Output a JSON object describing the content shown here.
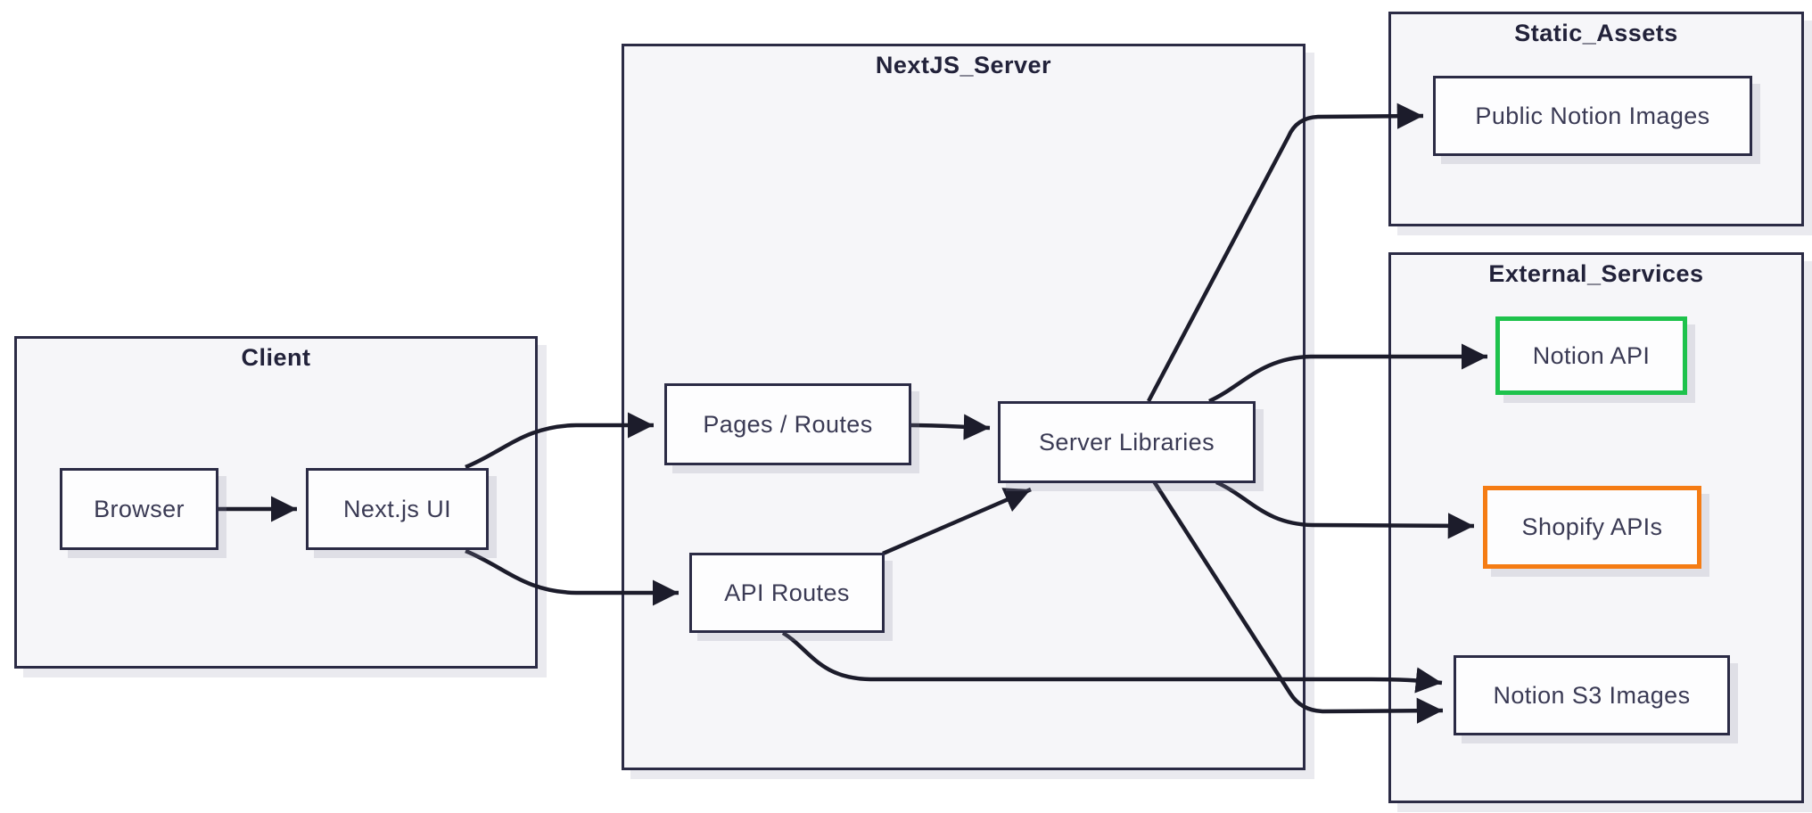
{
  "subgraphs": {
    "client": {
      "title": "Client"
    },
    "nextjs_server": {
      "title": "NextJS_Server"
    },
    "static_assets": {
      "title": "Static_Assets"
    },
    "external_services": {
      "title": "External_Services"
    }
  },
  "nodes": {
    "browser": {
      "label": "Browser"
    },
    "nextjs_ui": {
      "label": "Next.js UI"
    },
    "pages_routes": {
      "label": "Pages / Routes"
    },
    "api_routes": {
      "label": "API Routes"
    },
    "server_libraries": {
      "label": "Server Libraries"
    },
    "public_notion_images": {
      "label": "Public Notion Images"
    },
    "notion_api": {
      "label": "Notion API"
    },
    "shopify_apis": {
      "label": "Shopify APIs"
    },
    "notion_s3_images": {
      "label": "Notion S3 Images"
    }
  },
  "edges": [
    {
      "from": "Browser",
      "to": "Next.js UI"
    },
    {
      "from": "Next.js UI",
      "to": "Pages / Routes"
    },
    {
      "from": "Next.js UI",
      "to": "API Routes"
    },
    {
      "from": "Pages / Routes",
      "to": "Server Libraries"
    },
    {
      "from": "API Routes",
      "to": "Server Libraries"
    },
    {
      "from": "Server Libraries",
      "to": "Public Notion Images"
    },
    {
      "from": "Server Libraries",
      "to": "Notion API"
    },
    {
      "from": "Server Libraries",
      "to": "Shopify APIs"
    },
    {
      "from": "Server Libraries",
      "to": "Notion S3 Images"
    },
    {
      "from": "API Routes",
      "to": "Notion S3 Images"
    }
  ],
  "colors": {
    "node_border": "#2b2b45",
    "edge": "#1c1c2b",
    "node_fill": "#fdfdfe",
    "subgraph_fill": "#f6f6f9",
    "notion_api_border": "#1ec24c",
    "shopify_border": "#f57c14"
  }
}
